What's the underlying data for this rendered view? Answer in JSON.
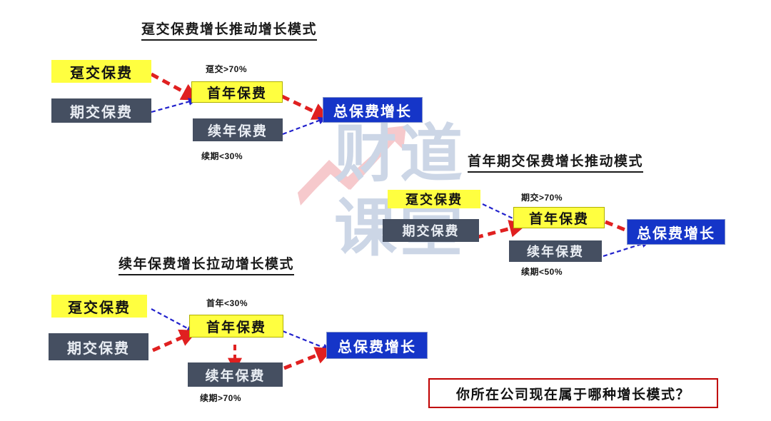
{
  "watermark": {
    "line1": "财道",
    "line2": "课堂",
    "logo_name": "growth-arrow-logo",
    "color": "#ccd6e6",
    "arrow_color": "#f6c9cc"
  },
  "colors": {
    "yellow_box": "#ffff40",
    "dark_box": "#454f61",
    "blue_box": "#1535c8",
    "red_arrow": "#e02020",
    "blue_arrow": "#2222cc",
    "question_border": "#c00000"
  },
  "diagrams": [
    {
      "id": "dun-jiao-driven",
      "title": "趸交保费增长推动增长模式",
      "nodes": {
        "source_primary": "趸交保费",
        "source_secondary": "期交保费",
        "middle_primary": "首年保费",
        "middle_secondary": "续年保费",
        "result": "总保费增长"
      },
      "captions": {
        "top": "趸交>70%",
        "bottom": "续期<30%"
      }
    },
    {
      "id": "first-year-qijiao-driven",
      "title": "首年期交保费增长推动模式",
      "nodes": {
        "source_primary": "趸交保费",
        "source_secondary": "期交保费",
        "middle_primary": "首年保费",
        "middle_secondary": "续年保费",
        "result": "总保费增长"
      },
      "captions": {
        "top": "期交>70%",
        "bottom": "续期<50%"
      }
    },
    {
      "id": "renewal-driven",
      "title": "续年保费增长拉动增长模式",
      "nodes": {
        "source_primary": "趸交保费",
        "source_secondary": "期交保费",
        "middle_primary": "首年保费",
        "middle_secondary": "续年保费",
        "result": "总保费增长"
      },
      "captions": {
        "top": "首年<30%",
        "bottom": "续期>70%"
      }
    }
  ],
  "question": {
    "text": "你所在公司现在属于哪种增长模式？"
  }
}
